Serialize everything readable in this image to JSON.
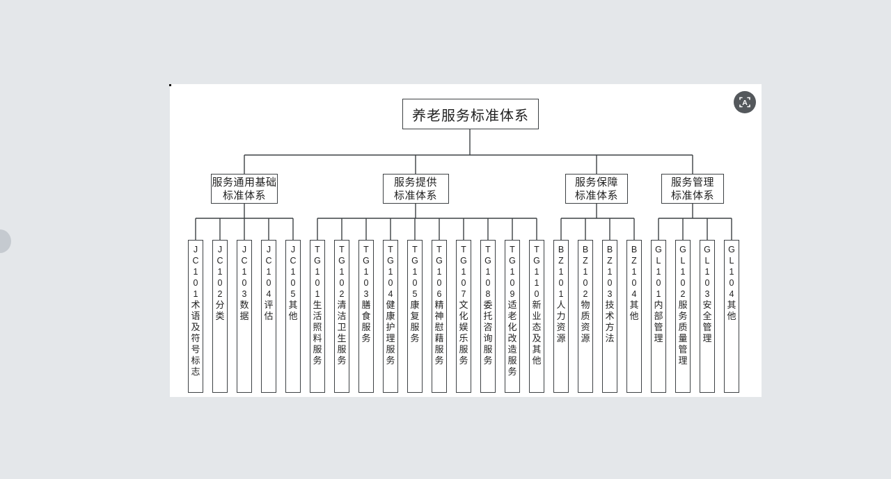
{
  "page": {
    "background_color": "#e4e7ea",
    "canvas_color": "#ffffff",
    "line_color": "#3c4043",
    "text_color": "#1f1f1f",
    "ocr_button_color": "#54585c",
    "ocr_button_glyph": "A"
  },
  "tree": {
    "root": "养老服务标准体系",
    "branches": [
      {
        "label_lines": [
          "服务通用基础",
          "标准体系"
        ],
        "children": [
          {
            "code": "JC101",
            "label": "术语及符号标志"
          },
          {
            "code": "JC102",
            "label": "分类"
          },
          {
            "code": "JC103",
            "label": "数据"
          },
          {
            "code": "JC104",
            "label": "评估"
          },
          {
            "code": "JC105",
            "label": "其他"
          }
        ]
      },
      {
        "label_lines": [
          "服务提供",
          "标准体系"
        ],
        "children": [
          {
            "code": "TG101",
            "label": "生活照料服务"
          },
          {
            "code": "TG102",
            "label": "清洁卫生服务"
          },
          {
            "code": "TG103",
            "label": "膳食服务"
          },
          {
            "code": "TG104",
            "label": "健康护理服务"
          },
          {
            "code": "TG105",
            "label": "康复服务"
          },
          {
            "code": "TG106",
            "label": "精神慰藉服务"
          },
          {
            "code": "TG107",
            "label": "文化娱乐服务"
          },
          {
            "code": "TG108",
            "label": "委托咨询服务"
          },
          {
            "code": "TG109",
            "label": "适老化改造服务"
          },
          {
            "code": "TG110",
            "label": "新业态及其他"
          }
        ]
      },
      {
        "label_lines": [
          "服务保障",
          "标准体系"
        ],
        "children": [
          {
            "code": "BZ101",
            "label": "人力资源"
          },
          {
            "code": "BZ102",
            "label": "物质资源"
          },
          {
            "code": "BZ103",
            "label": "技术方法"
          },
          {
            "code": "BZ104",
            "label": "其他"
          }
        ]
      },
      {
        "label_lines": [
          "服务管理",
          "标准体系"
        ],
        "children": [
          {
            "code": "GL101",
            "label": "内部管理"
          },
          {
            "code": "GL102",
            "label": "服务质量管理"
          },
          {
            "code": "GL103",
            "label": "安全管理"
          },
          {
            "code": "GL104",
            "label": "其他"
          }
        ]
      }
    ]
  }
}
